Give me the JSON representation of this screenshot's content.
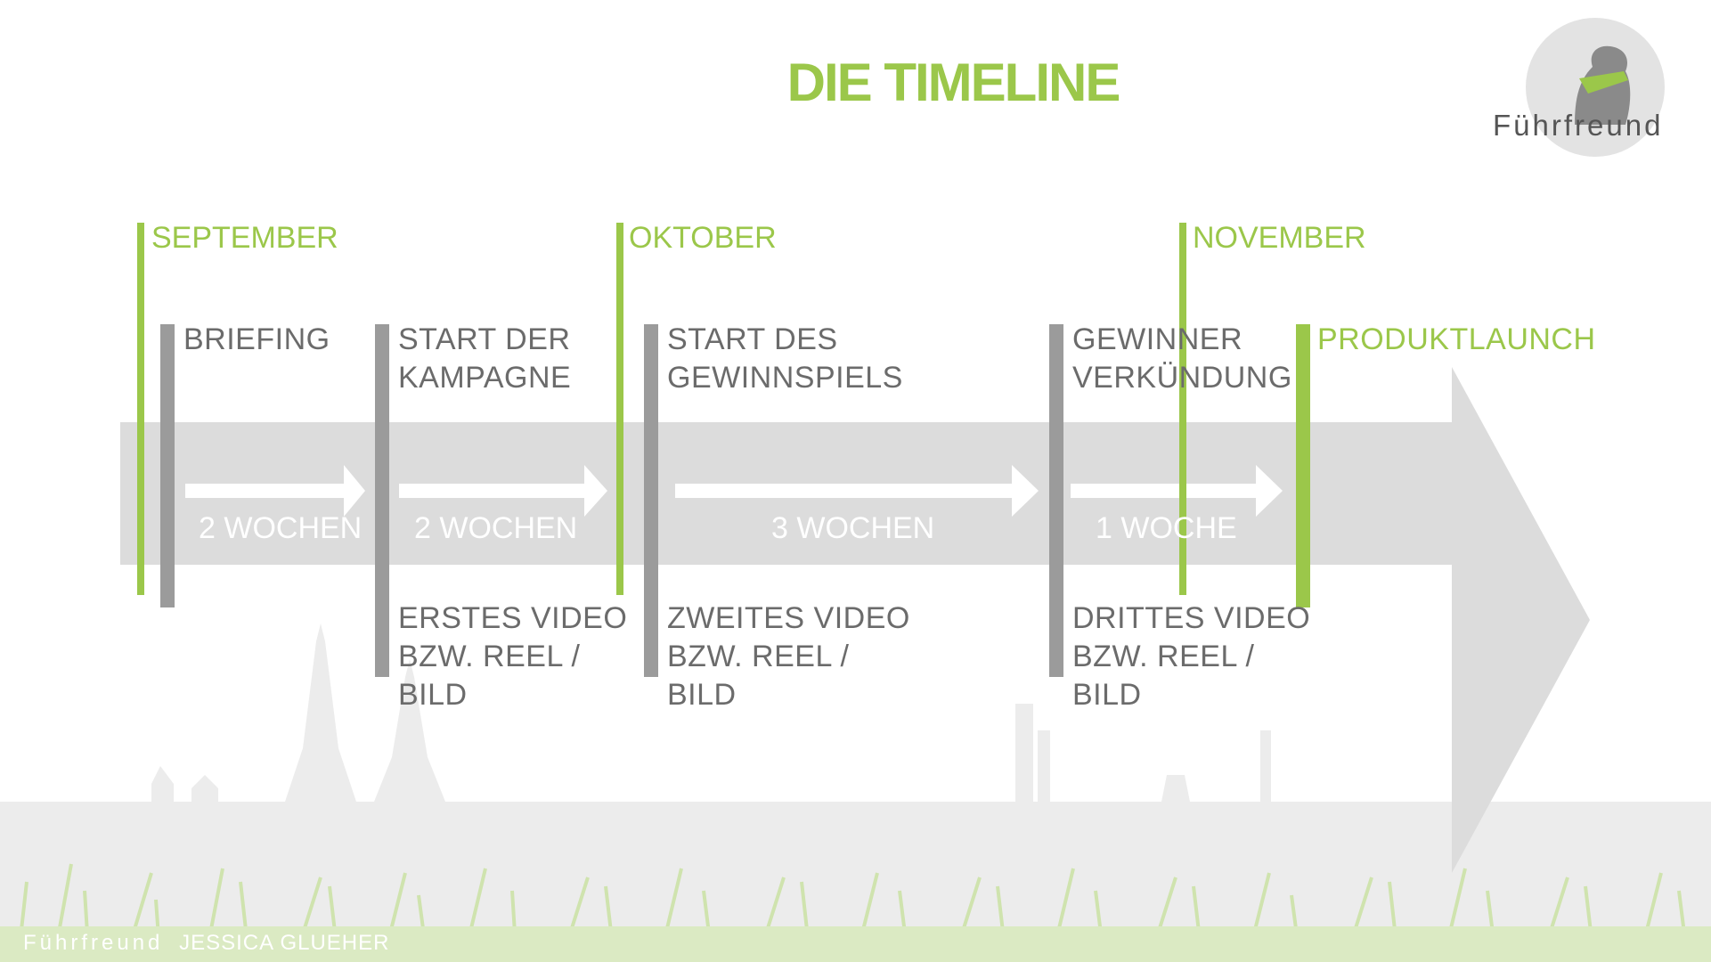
{
  "title": "DIE TIMELINE",
  "logo_text": "Führfreund",
  "months": [
    "SEPTEMBER",
    "OKTOBER",
    "NOVEMBER"
  ],
  "milestones": {
    "briefing": "BRIEFING",
    "kampagne": [
      "START DER",
      "KAMPAGNE"
    ],
    "gewinnspiel": [
      "START DES",
      "GEWINNSPIELS"
    ],
    "gewinner": [
      "GEWINNER",
      "VERKÜNDUNG"
    ],
    "launch": "PRODUKTLAUNCH"
  },
  "durations": [
    "2 WOCHEN",
    "2 WOCHEN",
    "3 WOCHEN",
    "1 WOCHE"
  ],
  "videos": {
    "erstes": [
      "ERSTES VIDEO",
      "BZW. REEL /",
      "BILD"
    ],
    "zweites": [
      "ZWEITES VIDEO",
      "BZW. REEL /",
      "BILD"
    ],
    "drittes": [
      "DRITTES VIDEO",
      "BZW. REEL /",
      "BILD"
    ]
  },
  "footer": {
    "brand": "Führfreund",
    "author": "JESSICA GLUEHER"
  },
  "colors": {
    "accent": "#9bc74a",
    "grey_bar": "#9b9b9b",
    "band": "#dcdcdc",
    "text": "#6b6b6b"
  }
}
